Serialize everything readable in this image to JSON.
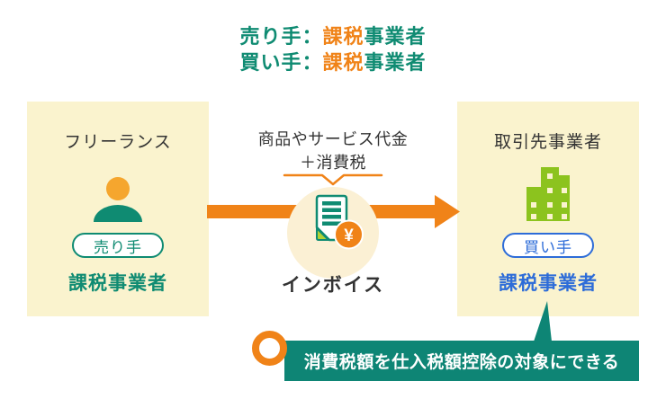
{
  "header": {
    "line1": {
      "prefix": "売り手：",
      "highlight": "課税",
      "suffix": "事業者"
    },
    "line2": {
      "prefix": "買い手：",
      "highlight": "課税",
      "suffix": "事業者"
    }
  },
  "seller": {
    "title": "フリーランス",
    "icon": "person-icon",
    "role_label": "売り手",
    "status": "課税事業者"
  },
  "buyer": {
    "title": "取引先事業者",
    "icon": "building-icon",
    "role_label": "買い手",
    "status": "課税事業者"
  },
  "flow": {
    "payment_note_line1": "商品やサービス代金",
    "payment_note_line2": "＋消費税",
    "invoice_label": "インボイス",
    "yen_symbol": "¥"
  },
  "callout": {
    "text": "消費税額を仕入税額控除の対象にできる"
  },
  "colors": {
    "teal": "#0F8B72",
    "banner_teal": "#0E8575",
    "orange": "#F08318",
    "head_orange": "#F5A62E",
    "blue": "#2D6CD8",
    "building_green": "#8CC31E",
    "fold_green": "#B2D235",
    "box_background": "#FAF3CE",
    "circle_background": "#FBF0D4",
    "text_dark": "#333333"
  }
}
